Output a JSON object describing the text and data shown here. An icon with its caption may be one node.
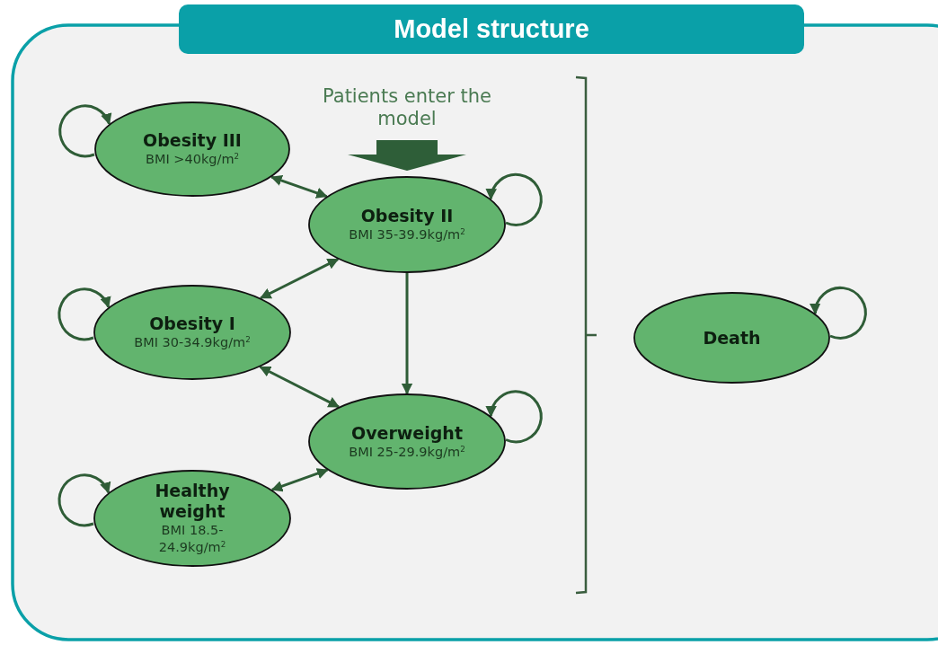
{
  "diagram": {
    "title": "Model structure",
    "nodes": [
      {
        "text": [
          "Obesity III",
          "BMI >40kg/m$^{2}$"
        ]
      },
      {
        "text": [
          "Obesity II",
          "BMI 35-39.9kg/m$^{2}$"
        ]
      },
      {
        "text": [
          "Obesity I",
          "BMI 30-34.9kg/m$^{2}$"
        ]
      },
      {
        "text": [
          "Overweight",
          "BMI 25-29.9kg/m$^{2}$"
        ]
      },
      {
        "text": [
          "Healthy weight",
          "BMI 18.5-24.9kg/m$^{2}$"
        ]
      },
      {
        "text": [
          "Death"
        ]
      },
      {
        "text": [
          "Patients enter the model"
        ]
      }
    ],
    "edges": [
      {
        "from": 0,
        "to": 0,
        "arrow": "to"
      },
      {
        "from": 1,
        "to": 1,
        "arrow": "to"
      },
      {
        "from": 2,
        "to": 2,
        "arrow": "to"
      },
      {
        "from": 3,
        "to": 3,
        "arrow": "to"
      },
      {
        "from": 4,
        "to": 4,
        "arrow": "to"
      },
      {
        "from": 5,
        "to": 5,
        "arrow": "to"
      },
      {
        "from": 6,
        "to": 1,
        "arrow": "to",
        "style": "thick"
      },
      {
        "from": 0,
        "to": 1,
        "arrow": "both"
      },
      {
        "from": 1,
        "to": 2,
        "arrow": "both"
      },
      {
        "from": 1,
        "to": 3,
        "arrow": "to"
      },
      {
        "from": 2,
        "to": 3,
        "arrow": "both"
      },
      {
        "from": 4,
        "to": 3,
        "arrow": "both"
      }
    ]
  }
}
